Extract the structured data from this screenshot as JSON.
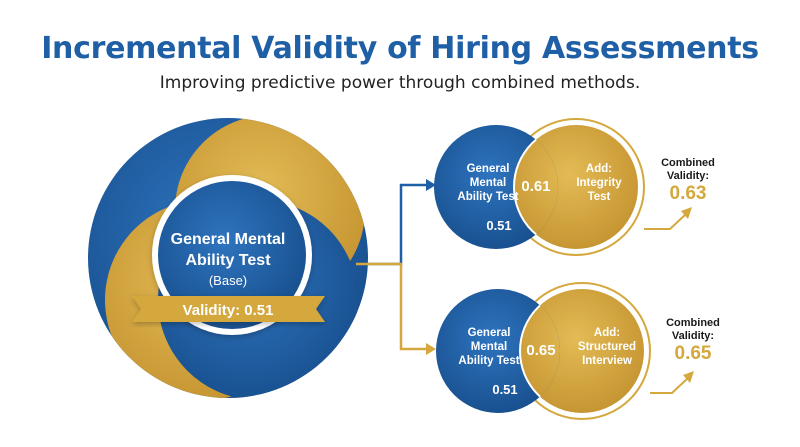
{
  "header": {
    "title": "Incremental Validity of Hiring Assessments",
    "subtitle": "Improving predictive power through combined methods."
  },
  "base": {
    "name_line1": "General Mental",
    "name_line2": "Ability Test",
    "tag": "(Base)",
    "validity_label": "Validity: 0.51"
  },
  "combos": [
    {
      "gma_line1": "General",
      "gma_line2": "Mental",
      "gma_line3": "Ability Test",
      "gma_value": "0.51",
      "overlap_value": "0.61",
      "add_line1": "Add:",
      "add_line2": "Integrity",
      "add_line3": "Test",
      "combined_line1": "Combined",
      "combined_line2": "Validity:",
      "combined_value": "0.63"
    },
    {
      "gma_line1": "General",
      "gma_line2": "Mental",
      "gma_line3": "Ability Test",
      "gma_value": "0.51",
      "overlap_value": "0.65",
      "add_line1": "Add:",
      "add_line2": "Structured",
      "add_line3": "Interview",
      "combined_line1": "Combined",
      "combined_line2": "Validity:",
      "combined_value": "0.65"
    }
  ],
  "colors": {
    "blue": "#1f5fa6",
    "gold": "#d4a83d",
    "arrow_blue": "#1f5fa6",
    "arrow_gold": "#d4a83d"
  }
}
